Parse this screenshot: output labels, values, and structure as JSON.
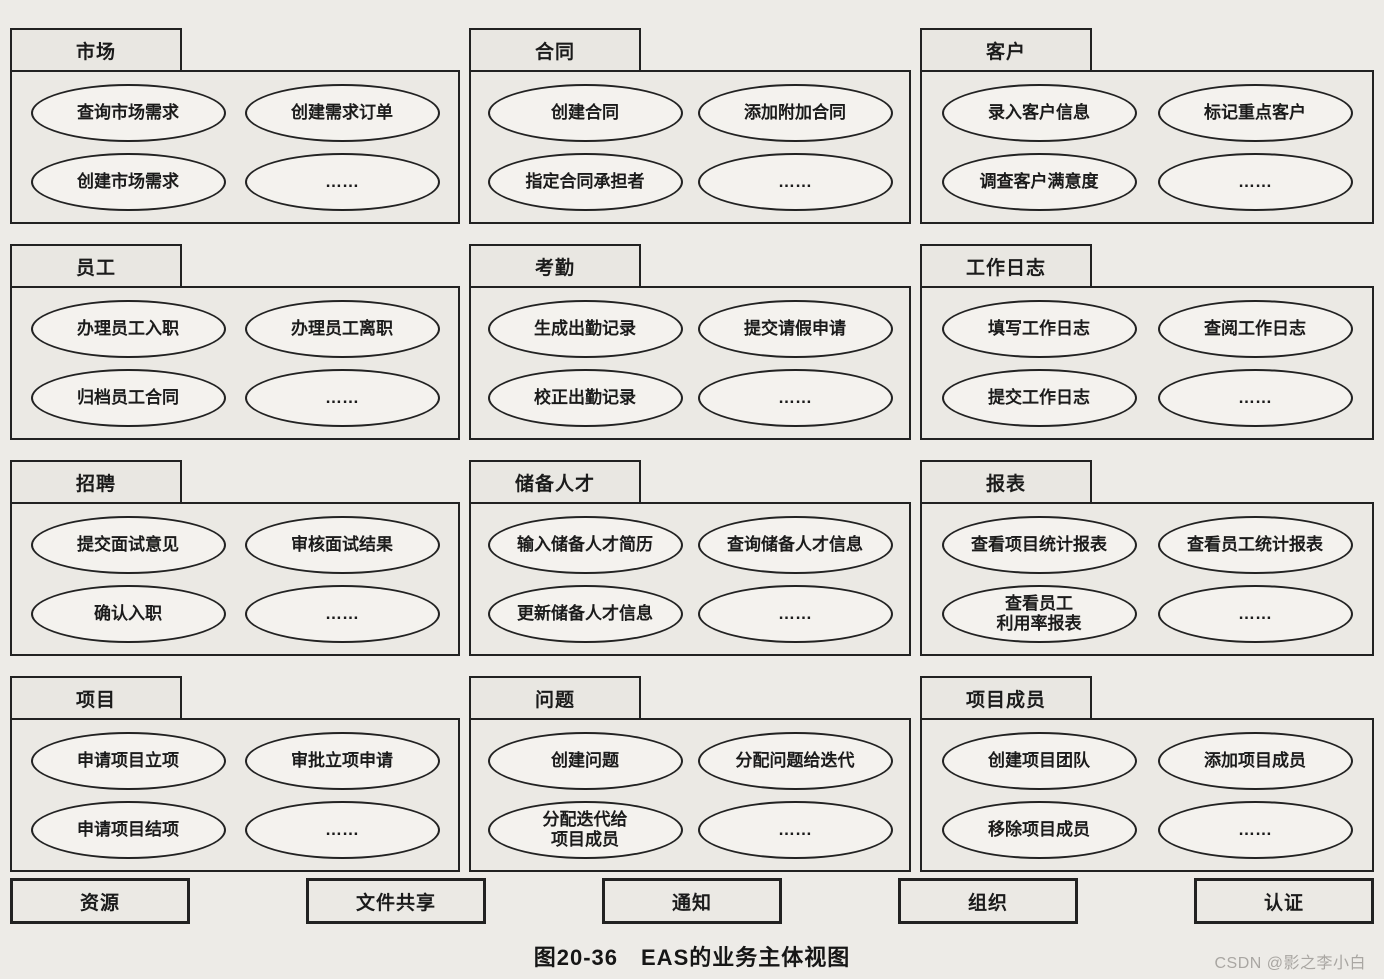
{
  "packages": [
    {
      "name": "市场",
      "items": [
        "查询市场需求",
        "创建需求订单",
        "创建市场需求",
        "……"
      ]
    },
    {
      "name": "合同",
      "items": [
        "创建合同",
        "添加附加合同",
        "指定合同承担者",
        "……"
      ]
    },
    {
      "name": "客户",
      "items": [
        "录入客户信息",
        "标记重点客户",
        "调查客户满意度",
        "……"
      ]
    },
    {
      "name": "员工",
      "items": [
        "办理员工入职",
        "办理员工离职",
        "归档员工合同",
        "……"
      ]
    },
    {
      "name": "考勤",
      "items": [
        "生成出勤记录",
        "提交请假申请",
        "校正出勤记录",
        "……"
      ]
    },
    {
      "name": "工作日志",
      "items": [
        "填写工作日志",
        "查阅工作日志",
        "提交工作日志",
        "……"
      ]
    },
    {
      "name": "招聘",
      "items": [
        "提交面试意见",
        "审核面试结果",
        "确认入职",
        "……"
      ]
    },
    {
      "name": "储备人才",
      "items": [
        "输入储备人才简历",
        "查询储备人才信息",
        "更新储备人才信息",
        "……"
      ]
    },
    {
      "name": "报表",
      "items": [
        "查看项目统计报表",
        "查看员工统计报表",
        "查看员工\n利用率报表",
        "……"
      ]
    },
    {
      "name": "项目",
      "items": [
        "申请项目立项",
        "审批立项申请",
        "申请项目结项",
        "……"
      ]
    },
    {
      "name": "问题",
      "items": [
        "创建问题",
        "分配问题给迭代",
        "分配迭代给\n项目成员",
        "……"
      ]
    },
    {
      "name": "项目成员",
      "items": [
        "创建项目团队",
        "添加项目成员",
        "移除项目成员",
        "……"
      ]
    }
  ],
  "bottom_tabs": [
    "资源",
    "文件共享",
    "通知",
    "组织",
    "认证"
  ],
  "caption": "图20-36　EAS的业务主体视图",
  "watermark": "CSDN @影之李小白",
  "colors": {
    "border": "#222222",
    "paper": "#edebe7",
    "panel": "#ebe9e4",
    "ellipse": "#f4f2ee"
  }
}
